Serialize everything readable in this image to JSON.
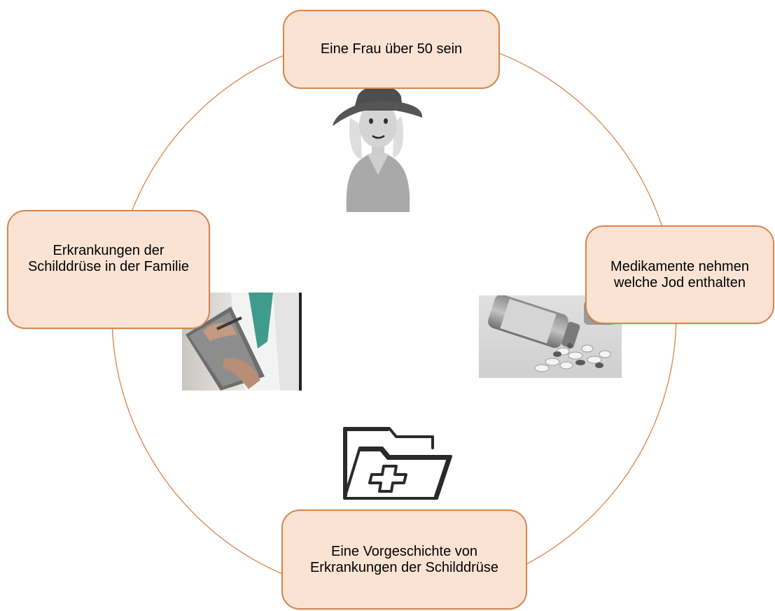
{
  "diagram": {
    "colors": {
      "ring": "#d9844d",
      "node_fill": "#fbe3d4",
      "node_border": "#d9844d"
    },
    "nodes": [
      {
        "label": "Eine Frau über 50 sein",
        "illustration": "woman-with-hat"
      },
      {
        "label": "Medikamente nehmen welche Jod enthalten",
        "illustration": "pill-bottle-with-pills"
      },
      {
        "label": "Eine Vorgeschichte von Erkrankungen der Schilddrüse",
        "illustration": "medical-folder-icon"
      },
      {
        "label": "Erkrankungen der Schilddrüse in der Familie",
        "illustration": "doctor-with-clipboard"
      }
    ]
  }
}
